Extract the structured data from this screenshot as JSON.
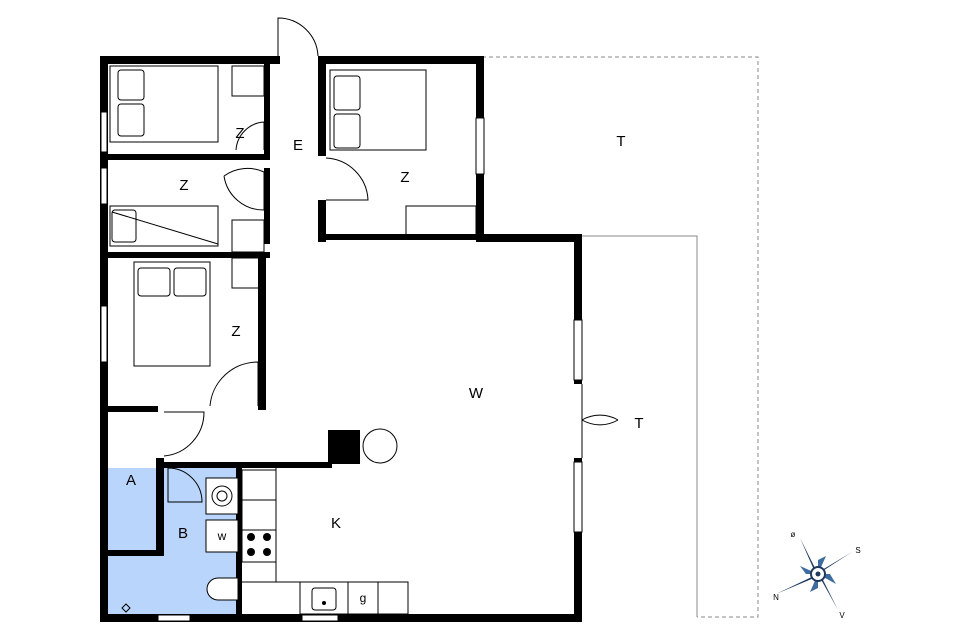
{
  "rooms": {
    "bedroom_top_left": "Z",
    "closet_hall": "Z",
    "hall": "E",
    "bedroom_top_right": "Z",
    "bunk_room": "Z",
    "bedroom_middle_left": "Z",
    "living": "W",
    "kitchen": "K",
    "utility": "A",
    "bathroom": "B",
    "terrace_upper": "T",
    "terrace_right": "T"
  },
  "fixtures": {
    "washer": "w",
    "dishwasher": "g"
  },
  "compass": {
    "north": "N",
    "south": "S",
    "east": "ø",
    "west": "V"
  },
  "colors": {
    "wall": "#000000",
    "bathroom_fill": "#b9d5fb",
    "terrace_line": "#888888",
    "compass_body": "#1f3a5f"
  }
}
